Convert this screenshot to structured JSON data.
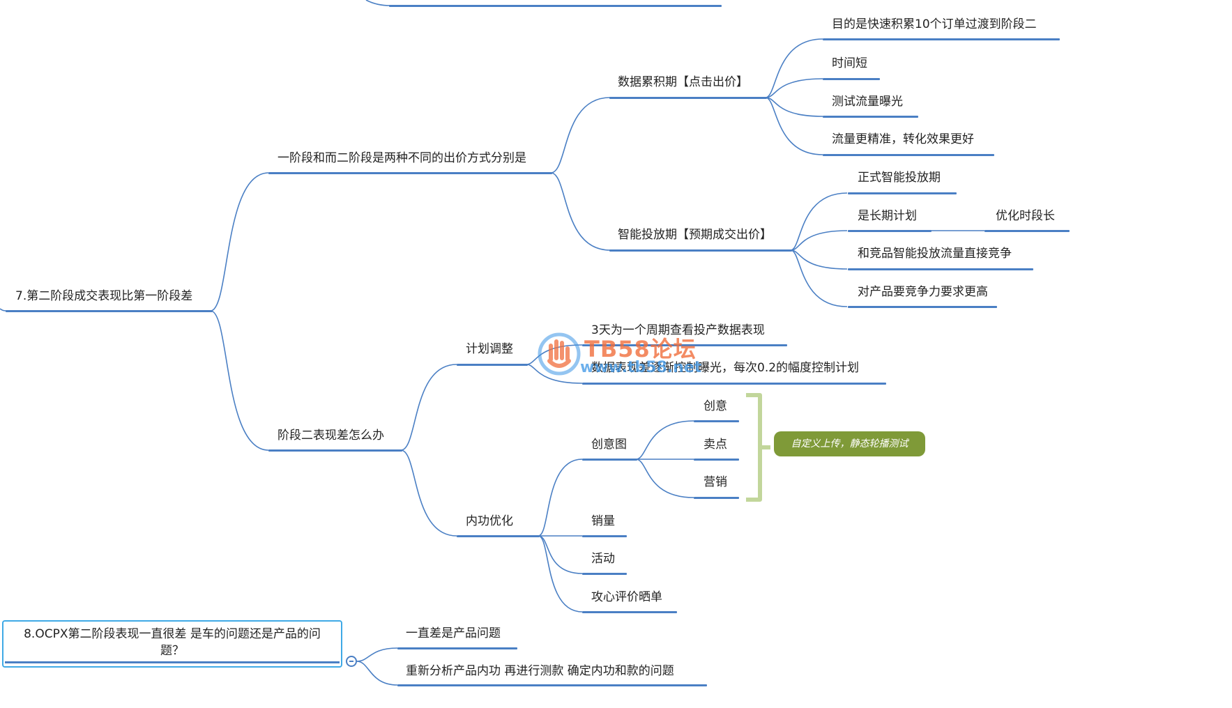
{
  "colors": {
    "branch": "#4a7fc4",
    "node_border": "#3fa9e6",
    "summary_bg": "#7f9a38",
    "bracket": "#c2d69b"
  },
  "root7": {
    "label": "7.第二阶段成交表现比第一阶段差"
  },
  "b1": {
    "label": "一阶段和而二阶段是两种不同的出价方式分别是",
    "phase1": {
      "label": "数据累积期【点击出价】",
      "items": [
        "目的是快速积累10个订单过渡到阶段二",
        "时间短",
        "测试流量曝光",
        "流量更精准，转化效果更好"
      ]
    },
    "phase2": {
      "label": "智能投放期【预期成交出价】",
      "items": [
        "正式智能投放期",
        "是长期计划",
        "和竞品智能投放流量直接竞争",
        "对产品要竞争力要求更高"
      ],
      "sub": "优化时段长"
    }
  },
  "b2": {
    "label": "阶段二表现差怎么办",
    "plan": {
      "label": "计划调整",
      "items": [
        "3天为一个周期查看投产数据表现",
        "数据表现差逐渐控制曝光，每次0.2的幅度控制计划"
      ]
    },
    "inner": {
      "label": "内功优化",
      "creative": {
        "label": "创意图",
        "items": [
          "创意",
          "卖点",
          "营销"
        ],
        "summary": "自定义上传，静态轮播测试"
      },
      "items": [
        "销量",
        "活动",
        "攻心评价晒单"
      ]
    }
  },
  "root8": {
    "label": "8.OCPX第二阶段表现一直很差 是车的问题还是产品的问题？",
    "items": [
      "一直差是产品问题",
      "重新分析产品内功 再进行测款  确定内功和款的问题"
    ]
  },
  "watermark": {
    "title": "TB58论坛",
    "url": "www.tb58.net"
  }
}
